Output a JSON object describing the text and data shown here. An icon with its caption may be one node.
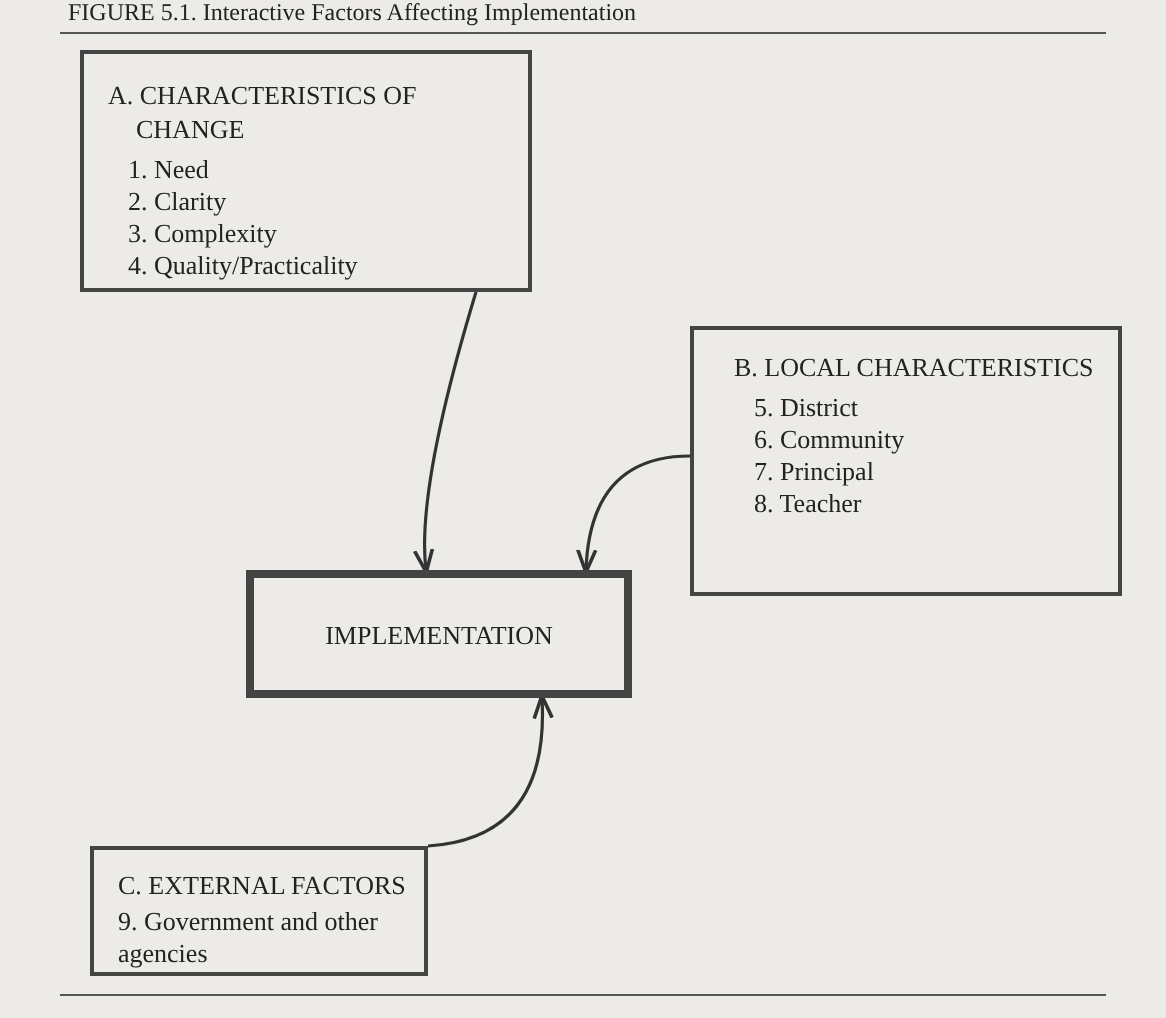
{
  "diagram": {
    "title": "FIGURE 5.1. Interactive Factors Affecting Implementation",
    "nodes": [
      {
        "text": [
          "A. CHARACTERISTICS OF CHANGE",
          "1. Need",
          "2. Clarity",
          "3. Complexity",
          "4. Quality/Practicality"
        ]
      },
      {
        "text": [
          "B. LOCAL CHARACTERISTICS",
          "5. District",
          "6. Community",
          "7. Principal",
          "8. Teacher"
        ]
      },
      {
        "text": [
          "IMPLEMENTATION"
        ]
      },
      {
        "text": [
          "C. EXTERNAL FACTORS",
          "9. Government and other agencies"
        ]
      }
    ],
    "edges": [
      {
        "from": 0,
        "to": 2,
        "arrow": "to"
      },
      {
        "from": 1,
        "to": 2,
        "arrow": "to"
      },
      {
        "from": 3,
        "to": 2,
        "arrow": "to"
      }
    ]
  }
}
